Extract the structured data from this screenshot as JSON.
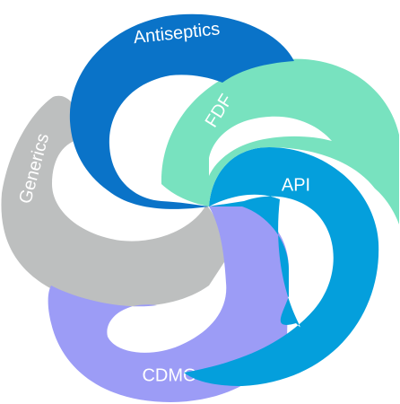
{
  "rings": [
    {
      "id": "generics",
      "label": "Generics",
      "color": "#bdbfbf"
    },
    {
      "id": "cdmo",
      "label": "CDMO",
      "color": "#9c9cf6"
    },
    {
      "id": "api",
      "label": "API",
      "color": "#049fdc"
    },
    {
      "id": "fdf",
      "label": "FDF",
      "color": "#78e2bf"
    },
    {
      "id": "antiseptics",
      "label": "Antiseptics",
      "color": "#0a73c8"
    }
  ]
}
